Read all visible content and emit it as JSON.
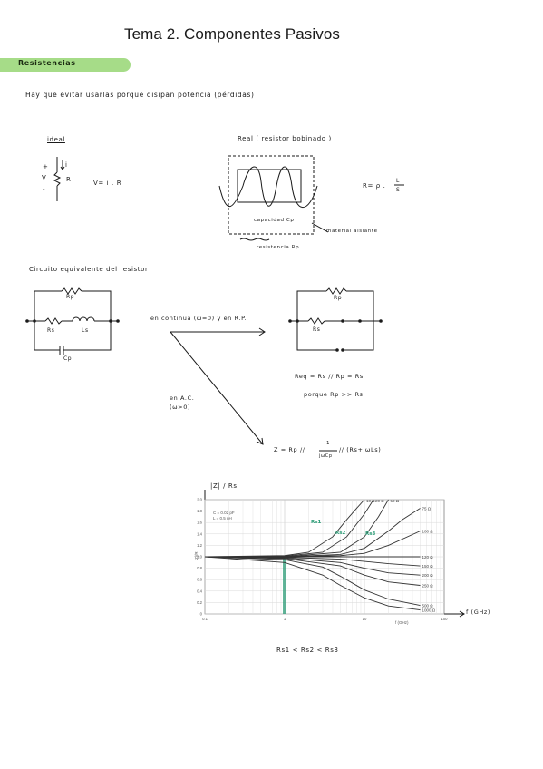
{
  "title": "Tema 2. Componentes Pasivos",
  "section": {
    "label": "Resistencias",
    "color": "#a6dc88"
  },
  "intro": "Hay que evitar usarlas porque disipan potencia (pérdidas)",
  "ideal": {
    "heading": "ideal",
    "plus": "+",
    "v": "V",
    "minus": "-",
    "current": "i",
    "r": "R",
    "law": "V= i . R"
  },
  "real": {
    "heading": "Real ( resistor bobinado )",
    "cp_label": "capacidad Cp",
    "material_label": "material aislante",
    "rp_label": "resistencia Rp",
    "formula_r": "R= ρ .",
    "formula_num": "L",
    "formula_den": "S"
  },
  "equivalent": {
    "heading": "Circuito equivalente del resistor",
    "rp": "Rp",
    "rs": "Rs",
    "ls": "Ls",
    "cp": "Cp",
    "dc_label": "en continua (ω=0) y en R.P.",
    "rp2": "Rp",
    "rs2": "Rs",
    "req": "Req = Rs // Rp = Rs",
    "because": "porque Rp >> Rs",
    "ac_label_1": "en A.C.",
    "ac_label_2": "(ω>0)",
    "z_eq": "Z = Rp //",
    "z_frac_num": "1",
    "z_frac_den": "jωCp",
    "z_tail": "// (Rs+jωLs)"
  },
  "chart_data": {
    "type": "line",
    "title": "|Z| / Rs",
    "ylabel": "|Z|/R",
    "xlabel": "f (GHz)",
    "xlabel_hand": "f (GHz)",
    "xscale": "log",
    "xlim": [
      0.1,
      100
    ],
    "ylim": [
      0,
      2.0
    ],
    "xticks": [
      "0.1",
      "1",
      "10",
      "100"
    ],
    "yticks": [
      "0",
      "0.2",
      "0.4",
      "0.6",
      "0.8",
      "1.0",
      "1.2",
      "1.4",
      "1.6",
      "1.8",
      "2.0"
    ],
    "params": [
      "C = 0.02 pF",
      "L = 0.5 nH"
    ],
    "grid": true,
    "annotations": [
      "Rs1",
      "Rs2",
      "Rs3"
    ],
    "highlight_x": 1,
    "highlight_color": "#2e9e78",
    "series": [
      {
        "name": "10 Ω",
        "x": [
          0.1,
          1,
          2,
          4,
          6,
          8,
          10
        ],
        "y": [
          1.0,
          1.02,
          1.08,
          1.35,
          1.65,
          1.85,
          2.0
        ]
      },
      {
        "name": "20 Ω",
        "x": [
          0.1,
          1,
          3,
          6,
          10,
          13
        ],
        "y": [
          1.0,
          1.01,
          1.08,
          1.35,
          1.75,
          2.0
        ]
      },
      {
        "name": "50 Ω",
        "x": [
          0.1,
          1,
          5,
          10,
          15,
          20
        ],
        "y": [
          1.0,
          1.0,
          1.08,
          1.35,
          1.7,
          2.0
        ]
      },
      {
        "name": "75 Ω",
        "x": [
          0.1,
          1,
          5,
          10,
          20,
          30,
          50
        ],
        "y": [
          1.0,
          1.0,
          1.04,
          1.15,
          1.45,
          1.65,
          1.85
        ]
      },
      {
        "name": "100 Ω",
        "x": [
          0.1,
          1,
          5,
          10,
          20,
          50
        ],
        "y": [
          1.0,
          1.0,
          1.02,
          1.06,
          1.2,
          1.45
        ]
      },
      {
        "name": "120 Ω",
        "x": [
          0.1,
          1,
          10,
          50
        ],
        "y": [
          1.0,
          1.0,
          1.0,
          1.0
        ]
      },
      {
        "name": "150 Ω",
        "x": [
          0.1,
          1,
          5,
          10,
          20,
          50
        ],
        "y": [
          1.0,
          0.99,
          0.96,
          0.92,
          0.88,
          0.84
        ]
      },
      {
        "name": "200 Ω",
        "x": [
          0.1,
          1,
          5,
          10,
          20,
          50
        ],
        "y": [
          1.0,
          0.98,
          0.9,
          0.8,
          0.72,
          0.68
        ]
      },
      {
        "name": "250 Ω",
        "x": [
          0.1,
          1,
          5,
          10,
          20,
          50
        ],
        "y": [
          1.0,
          0.97,
          0.84,
          0.68,
          0.56,
          0.5
        ]
      },
      {
        "name": "500 Ω",
        "x": [
          0.1,
          1,
          3,
          5,
          10,
          20,
          50
        ],
        "y": [
          1.0,
          0.95,
          0.82,
          0.66,
          0.42,
          0.26,
          0.15
        ]
      },
      {
        "name": "1000 Ω",
        "x": [
          0.1,
          1,
          3,
          5,
          10,
          20,
          50
        ],
        "y": [
          1.0,
          0.9,
          0.68,
          0.5,
          0.28,
          0.14,
          0.07
        ]
      }
    ]
  },
  "comparison": "Rs1 < Rs2 < Rs3"
}
